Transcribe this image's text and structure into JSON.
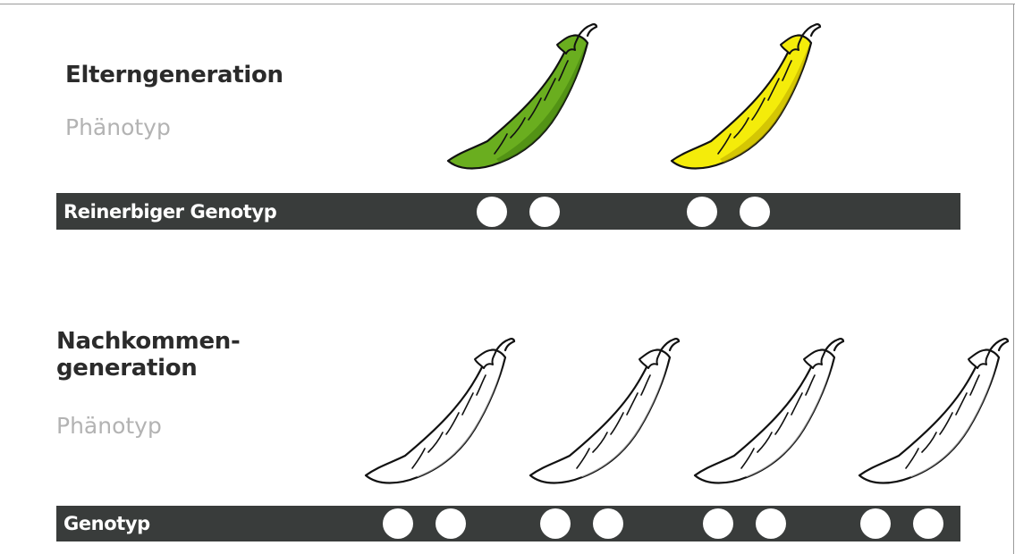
{
  "parents": {
    "heading": "Elterngeneration",
    "phenotype_label": "Phänotyp",
    "genotype_bar_label": "Reinerbiger Genotyp",
    "pods": [
      {
        "color": "#6aae1f",
        "shade": "#3f7d0d"
      },
      {
        "color": "#f4ec0a",
        "shade": "#b9a800"
      }
    ]
  },
  "offspring": {
    "heading_line1": "Nachkommen-",
    "heading_line2": "generation",
    "phenotype_label": "Phänotyp",
    "genotype_bar_label": "Genotyp",
    "pods": [
      {
        "color": "#ffffff",
        "shade": "#ffffff"
      },
      {
        "color": "#ffffff",
        "shade": "#ffffff"
      },
      {
        "color": "#ffffff",
        "shade": "#ffffff"
      },
      {
        "color": "#ffffff",
        "shade": "#ffffff"
      }
    ]
  },
  "colors": {
    "bar": "#393c3b",
    "heading_text": "#2b2b2b",
    "sub_text": "#b3b3b3"
  }
}
